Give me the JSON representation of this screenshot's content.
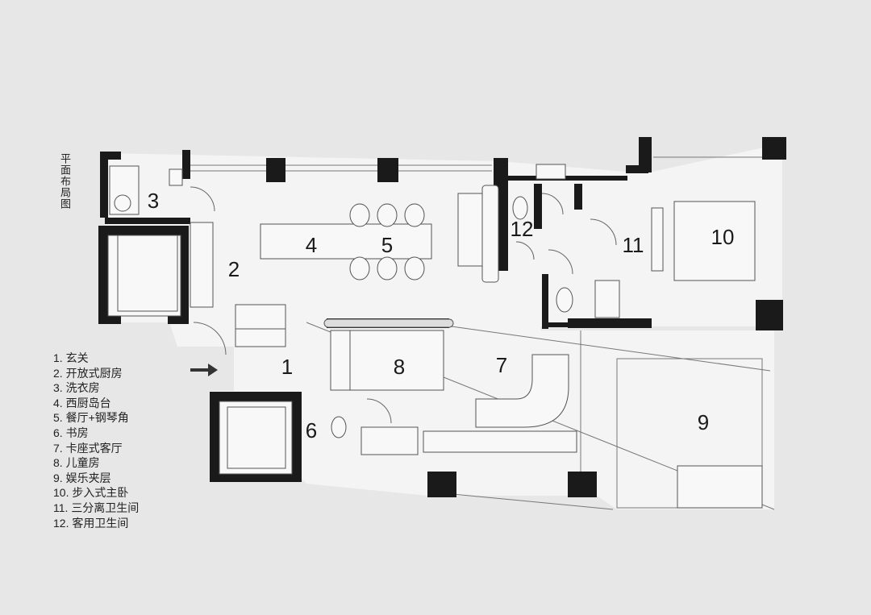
{
  "title": "平面布局图",
  "legend": [
    "1. 玄关",
    "2. 开放式厨房",
    "3. 洗衣房",
    "4. 西厨岛台",
    "5. 餐厅+钢琴角",
    "6. 书房",
    "7. 卡座式客厅",
    "8. 儿童房",
    "9. 娱乐夹层",
    "10. 步入式主卧",
    "11. 三分离卫生间",
    "12. 客用卫生间"
  ],
  "rooms": [
    "1",
    "2",
    "3",
    "4",
    "5",
    "6",
    "7",
    "8",
    "9",
    "10",
    "11",
    "12"
  ],
  "colors": {
    "background": "#e7e7e7",
    "wall": "#1a1a1a",
    "line": "#555555",
    "fixture": "#f6f6f6"
  }
}
